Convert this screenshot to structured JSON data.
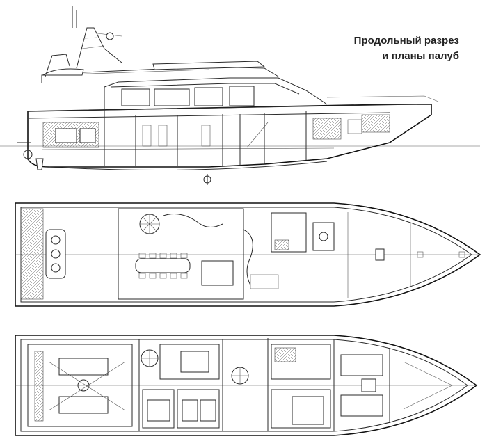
{
  "caption": {
    "line1": "Продольный разрез",
    "line2": "и планы палуб"
  },
  "drawings": [
    {
      "name": "longitudinal-section"
    },
    {
      "name": "upper-deck-plan"
    },
    {
      "name": "lower-deck-plan"
    }
  ],
  "colors": {
    "ink": "#2a2a2a",
    "background": "#ffffff"
  }
}
